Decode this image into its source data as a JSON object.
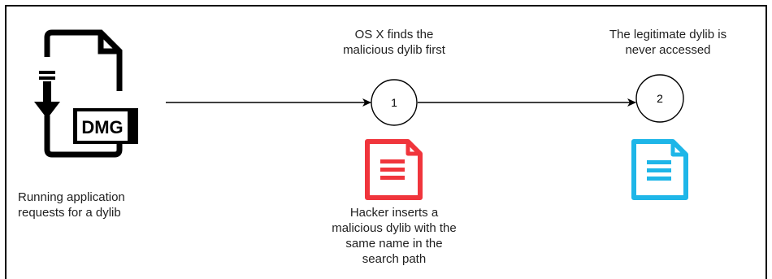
{
  "labels": {
    "app_caption_line1": "Running application",
    "app_caption_line2": "requests for a dylib",
    "step1_caption_line1": "OS X finds the",
    "step1_caption_line2": "malicious dylib first",
    "step2_caption_line1": "The legitimate dylib is",
    "step2_caption_line2": "never accessed",
    "hacker_caption_line1": "Hacker inserts a",
    "hacker_caption_line2": "malicious dylib with the",
    "hacker_caption_line3": "same name in the",
    "hacker_caption_line4": "search path"
  },
  "nodes": {
    "step1_number": "1",
    "step2_number": "2",
    "dmg_badge": "DMG"
  },
  "icons": {
    "dmg_file": "dmg-download-file-icon",
    "malicious_doc": "document-icon",
    "legit_doc": "document-icon"
  },
  "colors": {
    "malicious": "#f0353c",
    "legitimate": "#1eb6e8",
    "line": "#000000"
  }
}
